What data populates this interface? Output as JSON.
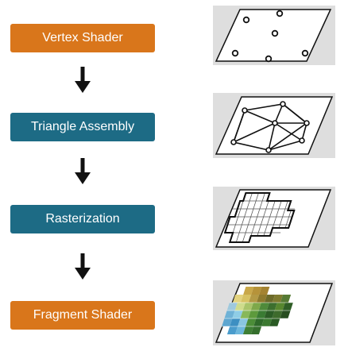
{
  "pipeline": {
    "stages": [
      {
        "label": "Vertex Shader",
        "color": "#d9761b"
      },
      {
        "label": "Triangle Assembly",
        "color": "#1d6b85"
      },
      {
        "label": "Rasterization",
        "color": "#1d6b85"
      },
      {
        "label": "Fragment Shader",
        "color": "#d9761b"
      }
    ],
    "arrow_color": "#111111"
  },
  "illustrations": [
    {
      "name": "vertices",
      "icon": "scattered-vertices-icon"
    },
    {
      "name": "triangles",
      "icon": "triangle-mesh-icon"
    },
    {
      "name": "raster",
      "icon": "pixel-grid-icon"
    },
    {
      "name": "fragments",
      "icon": "colored-fragments-icon"
    }
  ]
}
